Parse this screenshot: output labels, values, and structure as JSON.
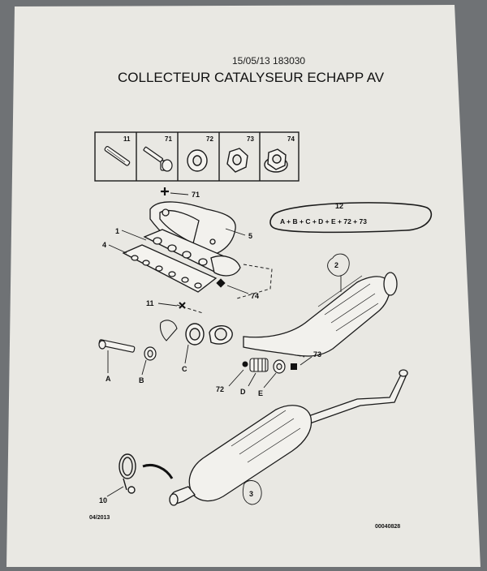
{
  "header": {
    "date_code": "15/05/13 183030",
    "title": "COLLECTEUR CATALYSEUR ECHAPP AV"
  },
  "parts_strip": [
    {
      "ref": "11",
      "icon": "stud-icon"
    },
    {
      "ref": "71",
      "icon": "bolt-icon"
    },
    {
      "ref": "72",
      "icon": "washer-icon"
    },
    {
      "ref": "73",
      "icon": "nut-icon"
    },
    {
      "ref": "74",
      "icon": "flange-nut-icon"
    }
  ],
  "kit": {
    "ref": "12",
    "formula": "A + B + C + D + E + 72 + 73"
  },
  "callouts": {
    "c71": "71",
    "c5": "5",
    "c1": "1",
    "c4": "4",
    "c74": "74",
    "c11": "11",
    "c2": "2",
    "c73": "73",
    "cA": "A",
    "cB": "B",
    "cC": "C",
    "c72": "72",
    "cD": "D",
    "cE": "E",
    "c10": "10",
    "c3": "3"
  },
  "footer": {
    "date": "04/2013",
    "code": "00040828"
  }
}
